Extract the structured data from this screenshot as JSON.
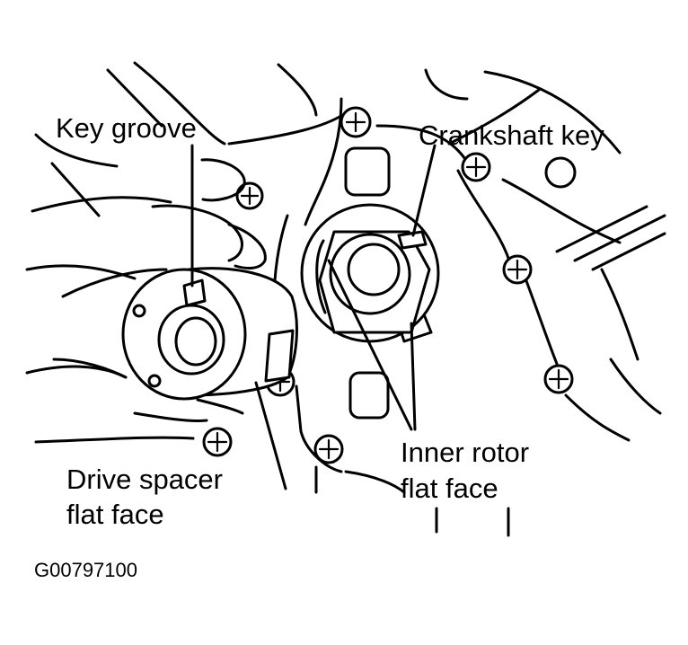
{
  "labels": {
    "key_groove": "Key groove",
    "crankshaft_key": "Crankshaft key",
    "inner_rotor_line1": "Inner rotor",
    "inner_rotor_line2": "flat face",
    "drive_spacer_line1": "Drive spacer",
    "drive_spacer_line2": "flat face"
  },
  "figure_code": "G00797100"
}
